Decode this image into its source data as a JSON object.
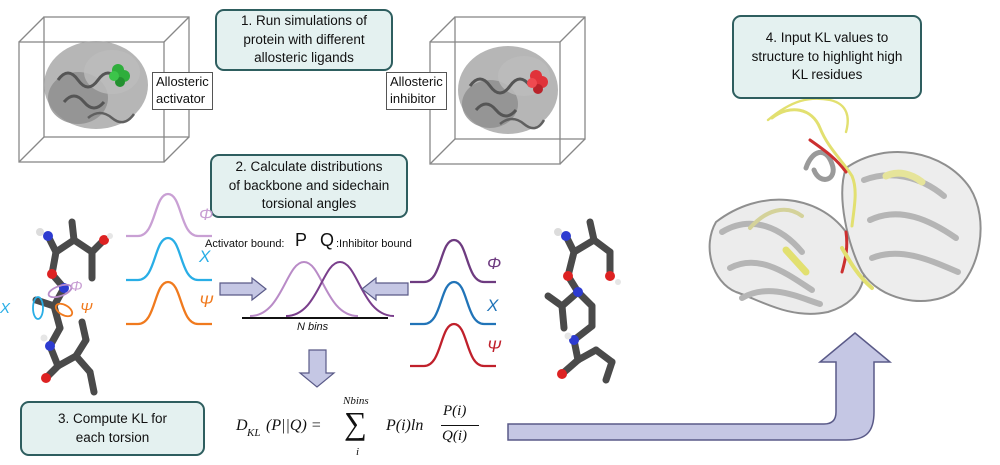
{
  "step1": {
    "lines": [
      "1. Run simulations of",
      "protein with different",
      "allosteric ligands"
    ]
  },
  "step2": {
    "lines": [
      "2. Calculate distributions",
      "of backbone and sidechain",
      "torsional angles"
    ]
  },
  "step3": {
    "lines": [
      "3. Compute KL for",
      "each torsion"
    ]
  },
  "step4": {
    "lines": [
      "4. Input KL values to",
      "structure to highlight high",
      "KL residues"
    ]
  },
  "activator_box": {
    "lines": [
      "Allosteric",
      "activator"
    ]
  },
  "inhibitor_box": {
    "lines": [
      "Allosteric",
      "inhibitor"
    ]
  },
  "distribution": {
    "activator_label": "Activator bound:",
    "p_symbol": "P",
    "q_symbol": "Q",
    "inhibitor_label": ":Inhibitor bound",
    "xlabel": "N bins"
  },
  "angles": {
    "phi": "Φ",
    "chi": "X",
    "psi": "Ψ"
  },
  "formula": {
    "lhs": "D",
    "lhs_sub": "KL",
    "lhs_args": "(P||Q) =",
    "sum_upper": "Nbins",
    "sum_symbol": "∑",
    "sum_index": "i",
    "term": "P(i)ln",
    "num": "P(i)",
    "den": "Q(i)"
  },
  "colors": {
    "box_fill": "#e4f1f0",
    "box_border": "#2e5e5f",
    "arrow_fill": "#c5c7e4",
    "arrow_stroke": "#5a5a88",
    "phi_light": "#c9a0d4",
    "chi_light": "#29aee6",
    "psi_light": "#f07a1e",
    "phi_dark": "#6e3b80",
    "chi_dark": "#2174b8",
    "psi_dark": "#c0202b",
    "activator_ligand": "#2fae3c",
    "inhibitor_ligand": "#e0333a",
    "kl_high": "#cc3030",
    "kl_mid": "#e2e070"
  }
}
